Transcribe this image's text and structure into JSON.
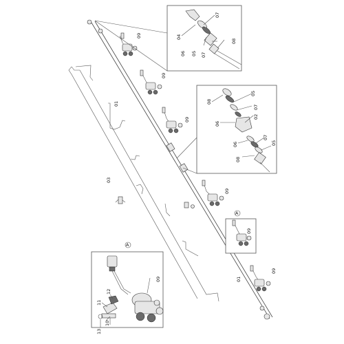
{
  "diagram": {
    "part_labels": {
      "p01_upper": "01",
      "p01_lower": "01",
      "p02": "02",
      "p03": "03",
      "p04": "04",
      "p05_a": "05",
      "p05_b": "05",
      "p05_c": "05",
      "p06_a": "06",
      "p06_b": "06",
      "p06_c": "06",
      "p07_a": "07",
      "p07_b": "07",
      "p07_c": "07",
      "p08_a": "08",
      "p08_b": "08",
      "p08_c": "08",
      "p09_a": "09",
      "p09_b": "09",
      "p09_c": "09",
      "p09_d": "09",
      "p09_e": "09",
      "p09_f": "09",
      "p10": "10",
      "p11": "11",
      "p12": "12",
      "p13": "13"
    },
    "detail_marker": "A",
    "detail_marker_2": "A"
  }
}
